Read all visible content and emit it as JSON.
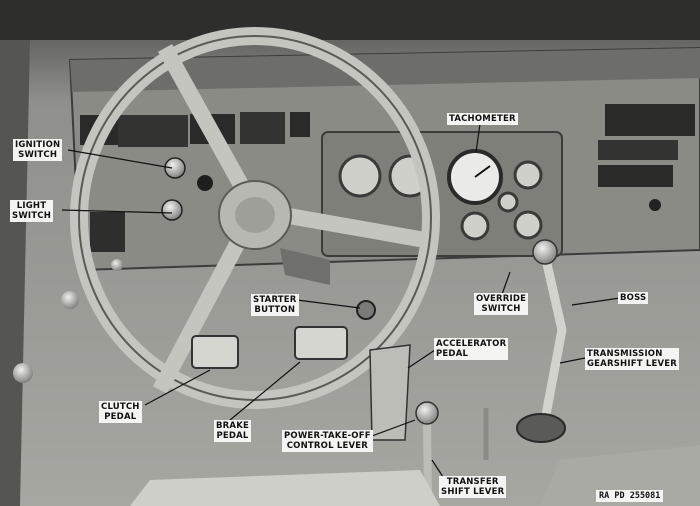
{
  "labels": {
    "tachometer": "TACHOMETER",
    "ignition_switch": "IGNITION\nSWITCH",
    "light_switch": "LIGHT\nSWITCH",
    "starter_button": "STARTER\nBUTTON",
    "override_switch": "OVERRIDE\nSWITCH",
    "boss": "BOSS",
    "accelerator_pedal": "ACCELERATOR\nPEDAL",
    "transmission_gearshift_lever": "TRANSMISSION\nGEARSHIFT LEVER",
    "clutch_pedal": "CLUTCH\nPEDAL",
    "brake_pedal": "BRAKE\nPEDAL",
    "pto_control_lever": "POWER-TAKE-OFF\nCONTROL LEVER",
    "transfer_shift_lever": "TRANSFER\nSHIFT LEVER"
  },
  "reference_number": "RA PD 255081"
}
